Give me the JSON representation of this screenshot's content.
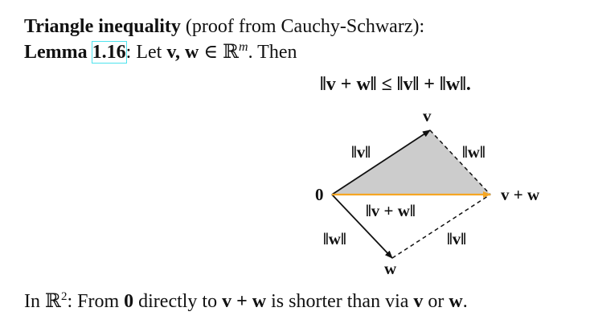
{
  "heading": {
    "title": "Triangle inequality",
    "subtitle": " (proof from Cauchy-Schwarz):"
  },
  "lemma": {
    "label": "Lemma ",
    "ref": "1.16",
    "text_before": ": Let ",
    "vars": "v, w",
    "text_in": " ∈ ℝ",
    "sup": "m",
    "text_after": ". Then"
  },
  "formula": "‖v + w‖ ≤ ‖v‖ + ‖w‖.",
  "diagram": {
    "origin_label": "0",
    "v_label": "v",
    "w_label": "w",
    "sum_label": "v + w",
    "norm_v_top": "‖v‖",
    "norm_w_top": "‖w‖",
    "norm_sum": "‖v + w‖",
    "norm_w_bottom": "‖w‖",
    "norm_v_bottom": "‖v‖",
    "colors": {
      "sum_arrow": "#f5a623",
      "triangle_fill": "#cccccc"
    }
  },
  "footer": {
    "t1": "In ℝ",
    "sup": "2",
    "t2": ": From ",
    "zero": "0",
    "t3": " directly to ",
    "vw": "v + w",
    "t4": " is shorter than via ",
    "v": "v",
    "t5": " or ",
    "w": "w",
    "t6": "."
  }
}
